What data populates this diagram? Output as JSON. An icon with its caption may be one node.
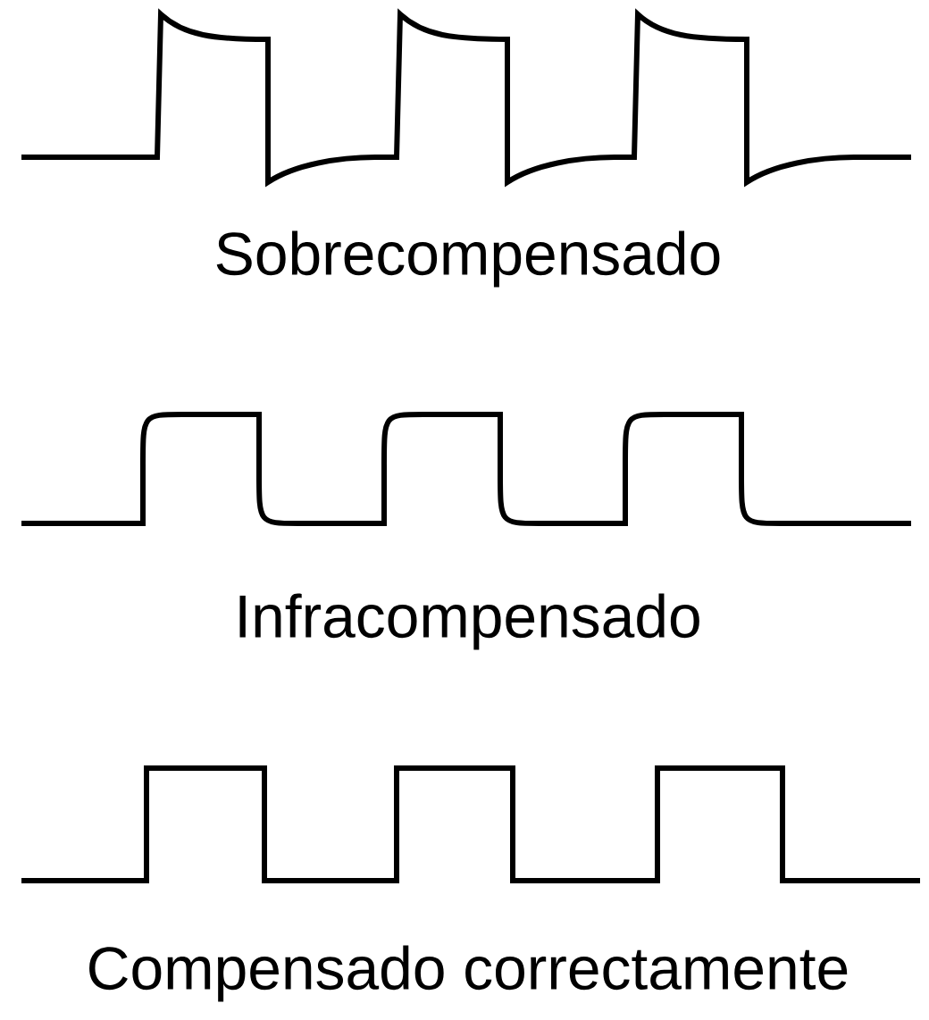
{
  "diagram": {
    "labels": [
      "Sobrecompensado",
      "Infracompensado",
      "Compensado correctamente"
    ]
  }
}
